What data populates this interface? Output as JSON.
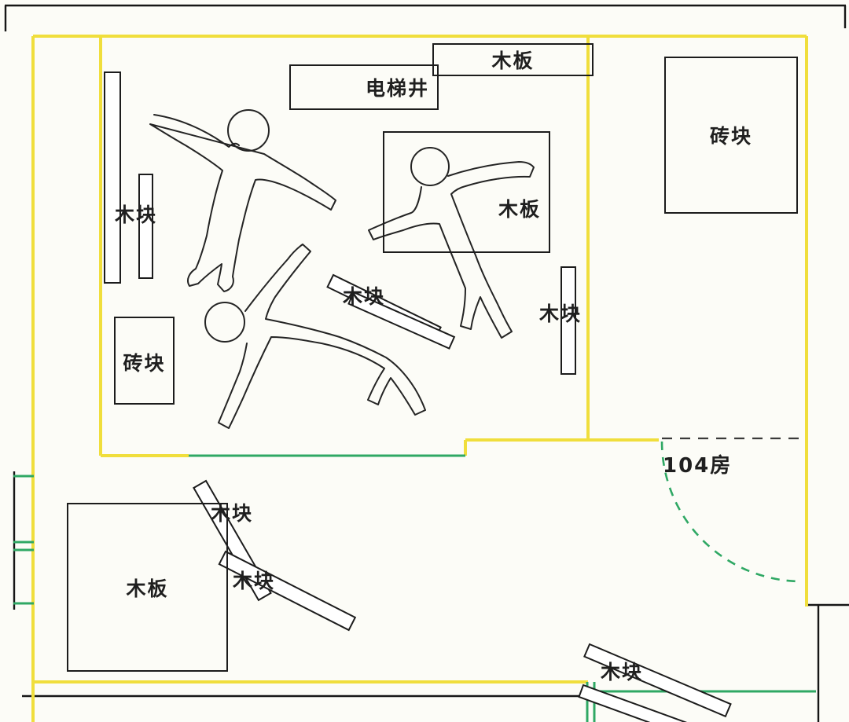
{
  "colors": {
    "wall": "#f0de3c",
    "door": "#2fa864",
    "ink": "#1f1f1f",
    "paper": "#fcfcf7"
  },
  "labels": {
    "elevator_shaft": "电梯井",
    "board_top": "木板",
    "board_right": "木板",
    "board_bottom_left": "木板",
    "brick_top_right": "砖块",
    "brick_left": "砖块",
    "block_left": "木块",
    "block_center": "木块",
    "block_right": "木块",
    "block_lower_1": "木块",
    "block_lower_2": "木块",
    "block_bottom_right": "木块",
    "room_104": "104房"
  },
  "figures": {
    "victim_outlines": 3
  }
}
